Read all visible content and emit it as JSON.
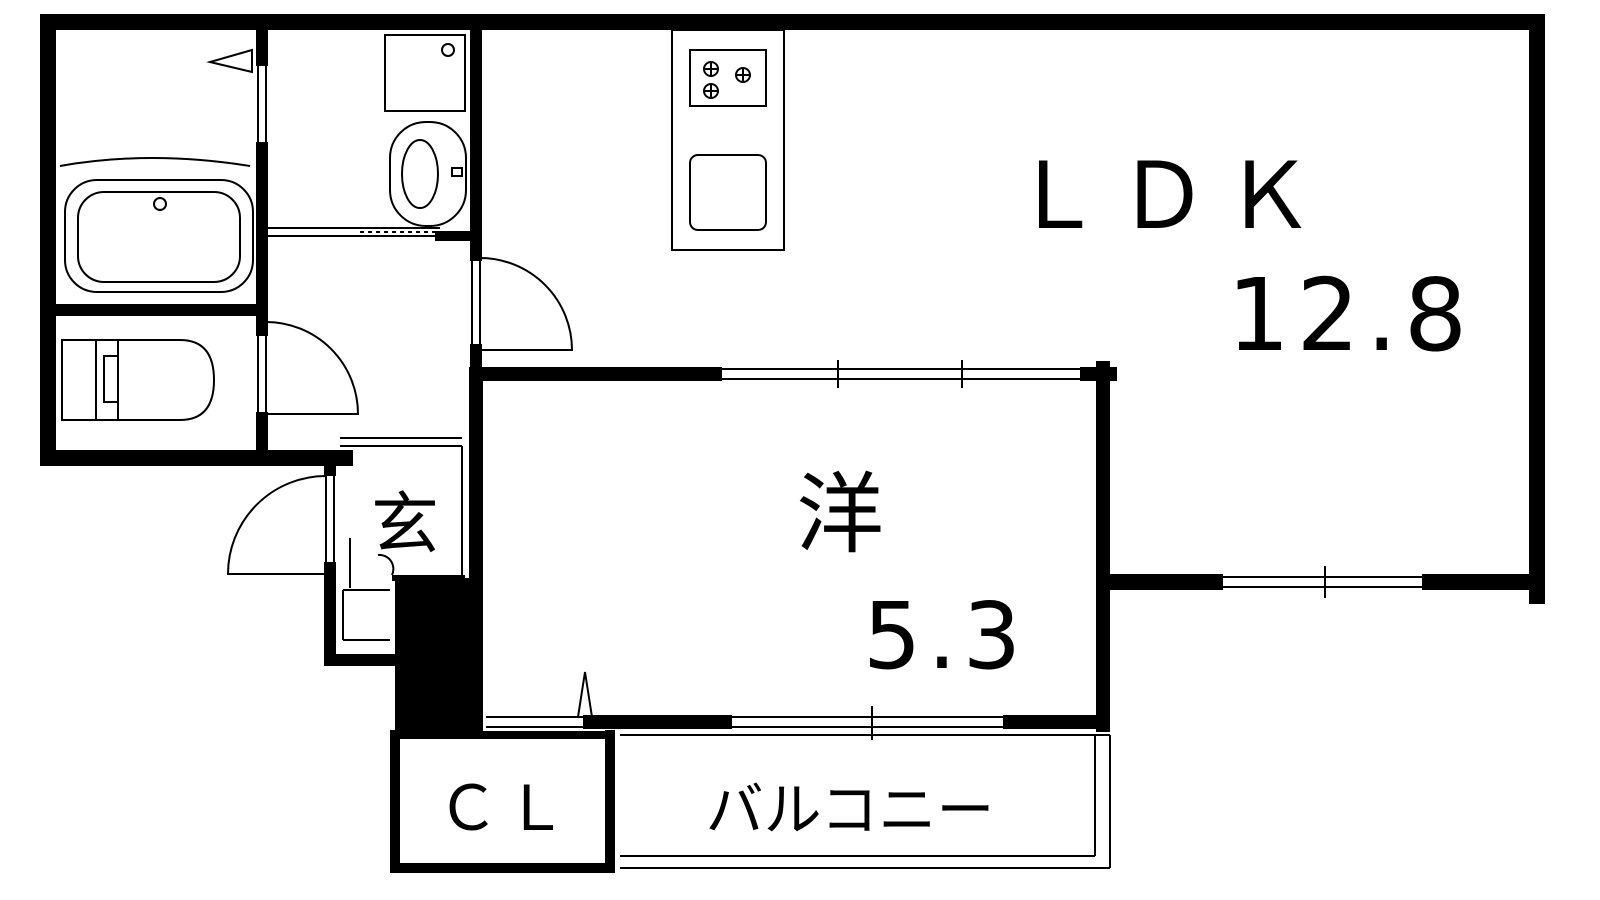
{
  "floorplan": {
    "rooms": {
      "ldk": {
        "name": "ＬＤＫ",
        "size": "12.8"
      },
      "western": {
        "name": "洋",
        "size": "5.3"
      },
      "entrance": {
        "name": "玄"
      },
      "closet": {
        "name": "ＣＬ"
      },
      "balcony": {
        "name": "バルコニー"
      }
    },
    "fixtures": [
      "stove-icon",
      "sink-icon",
      "bathtub-icon",
      "toilet-icon",
      "washbasin-icon",
      "washing-machine-icon"
    ],
    "colors": {
      "wall": "#000000",
      "background": "#ffffff"
    }
  }
}
